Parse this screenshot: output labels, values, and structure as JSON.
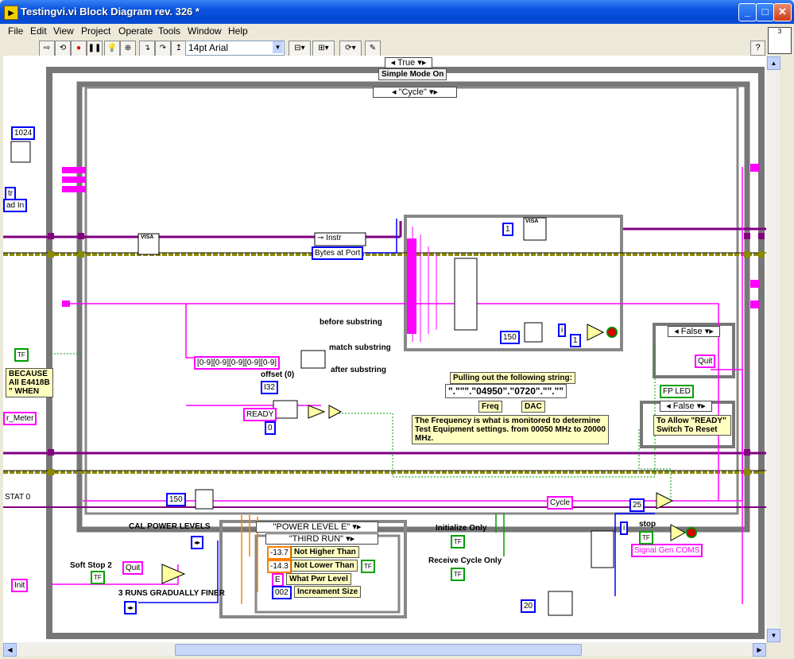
{
  "window": {
    "title": "Testingvi.vi Block Diagram rev. 326 *",
    "minimize": "_",
    "maximize": "□",
    "close": "✕"
  },
  "menu": [
    "File",
    "Edit",
    "View",
    "Project",
    "Operate",
    "Tools",
    "Window",
    "Help"
  ],
  "toolbar": {
    "font": "14pt Arial",
    "help": "?"
  },
  "context": {
    "count": "3"
  },
  "structures": {
    "outer_case": "True",
    "simple_mode": "Simple Mode On",
    "inner_case": "\"Cycle\"",
    "false_case_1": "False",
    "false_case_2": "False",
    "power_case": "\"POWER LEVEL E\"",
    "run_case": "\"THIRD RUN\""
  },
  "constants": {
    "c1024": "1024",
    "pattern": "[0-9][0-9][0-9][0-9][0-9]",
    "ready": "READY",
    "zero": "0",
    "c150a": "150",
    "c150b": "150",
    "c1": "1",
    "c1b": "1",
    "c25": "25",
    "c20": "20",
    "neg137": "-13.7",
    "neg143": "-14.3",
    "e": "E",
    "c002": "002",
    "quit1": "Quit",
    "quit2": "Quit",
    "init": "Init",
    "cycle": "Cycle",
    "signal_gen": "Signal Gen COMS",
    "offset_type": "I32",
    "i_label": "i"
  },
  "labels": {
    "instr": "Instr",
    "bytes_at_port": "Bytes at Port",
    "before_substring": "before substring",
    "match_substring": "match substring",
    "after_substring": "after substring",
    "offset": "offset (0)",
    "pulling": "Pulling out the following string:",
    "string_example": "\".\"\"\".\"04950\".\"0720\".\"\".\"\"",
    "freq": "Freq",
    "dac": "DAC",
    "frequency_note": "The Frequency is what is monitored to determine Test Equipment settings. from 00050 MHz to 20000 MHz.",
    "fp_led": "FP LED",
    "allow_ready": "To Allow \"READY\" Switch To Reset",
    "cal_power": "CAL POWER LEVELS",
    "soft_stop": "Soft Stop 2",
    "three_runs": "3 RUNS GRADUALLY FINER",
    "not_higher": "Not Higher Than",
    "not_lower": "Not Lower Than",
    "what_pwr": "What Pwr Level",
    "increment": "Increament Size",
    "init_only": "Initialize Only",
    "receive_only": "Receive Cycle Only",
    "stop": "stop",
    "because": "BECAUSE",
    "e4418b": "All E4418B",
    "when": "\" WHEN",
    "meter": "r_Meter",
    "stat": "STAT 0",
    "ad_in": "ad In",
    "tr": "tr",
    "tf": "TF",
    "visa": "VISA"
  }
}
